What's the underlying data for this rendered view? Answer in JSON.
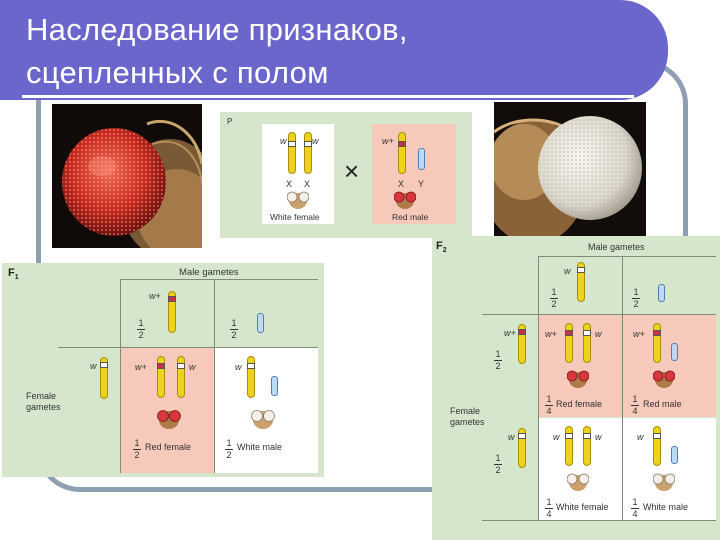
{
  "title": {
    "line1": "Наследование признаков,",
    "line2": "сцепленных с полом"
  },
  "colors": {
    "title_bar": "#6b66cc",
    "frame": "#8f9fb2",
    "panel_bg": "#d6e6cd",
    "cell_pink": "#f6c9bb",
    "x_chromosome": "#efd21b",
    "y_chromosome": "#bed9f3",
    "allele_red": "#c4314b"
  },
  "parents": {
    "label": "P",
    "female_alleles": [
      "w",
      "w"
    ],
    "female_chromosomes": [
      "X",
      "X"
    ],
    "female_label": "White female",
    "cross": "×",
    "male_allele": "w+",
    "male_chromosomes": [
      "X",
      "Y"
    ],
    "male_label": "Red male"
  },
  "f1": {
    "label": "F",
    "label_sub": "1",
    "male_gametes": "Male gametes",
    "female_gametes_1": "Female",
    "female_gametes_2": "gametes",
    "num": "1",
    "den": "2",
    "male_allele": "w+",
    "female_allele": "w",
    "offspring_alleles": [
      "w+",
      "w",
      "w"
    ],
    "red_female": "Red female",
    "white_male": "White male"
  },
  "f2": {
    "label": "F",
    "label_sub": "2",
    "male_gametes": "Male gametes",
    "female_gametes_1": "Female",
    "female_gametes_2": "gametes",
    "num": "1",
    "den": "2",
    "quarter_den": "4",
    "male_allele": "w",
    "female_alleles": [
      "w+",
      "w"
    ],
    "row1_alleles": [
      "w+",
      "w",
      "w+"
    ],
    "row2_alleles": [
      "w",
      "w",
      "w"
    ],
    "red_female": "Red female",
    "red_male": "Red male",
    "white_female": "White female",
    "white_male": "White male"
  }
}
